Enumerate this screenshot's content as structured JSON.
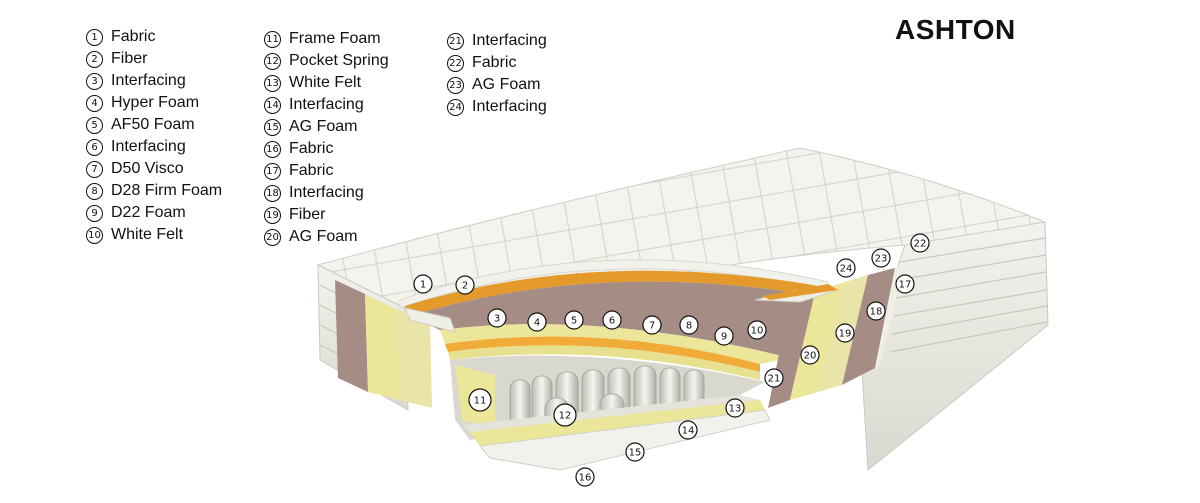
{
  "title": "ASHTON",
  "legend": {
    "col1": [
      {
        "num": "1",
        "label": "Fabric"
      },
      {
        "num": "2",
        "label": "Fiber"
      },
      {
        "num": "3",
        "label": "Interfacing"
      },
      {
        "num": "4",
        "label": "Hyper Foam"
      },
      {
        "num": "5",
        "label": "AF50 Foam"
      },
      {
        "num": "6",
        "label": "Interfacing"
      },
      {
        "num": "7",
        "label": "D50 Visco"
      },
      {
        "num": "8",
        "label": "D28 Firm Foam"
      },
      {
        "num": "9",
        "label": "D22 Foam"
      },
      {
        "num": "10",
        "label": "White Felt"
      }
    ],
    "col2": [
      {
        "num": "11",
        "label": "Frame Foam"
      },
      {
        "num": "12",
        "label": "Pocket Spring"
      },
      {
        "num": "13",
        "label": "White Felt"
      },
      {
        "num": "14",
        "label": "Interfacing"
      },
      {
        "num": "15",
        "label": "AG Foam"
      },
      {
        "num": "16",
        "label": "Fabric"
      },
      {
        "num": "17",
        "label": "Fabric"
      },
      {
        "num": "18",
        "label": "Interfacing"
      },
      {
        "num": "19",
        "label": "Fiber"
      },
      {
        "num": "20",
        "label": "AG Foam"
      }
    ],
    "col3": [
      {
        "num": "21",
        "label": "Interfacing"
      },
      {
        "num": "22",
        "label": "Fabric"
      },
      {
        "num": "23",
        "label": "AG Foam"
      },
      {
        "num": "24",
        "label": "Interfacing"
      }
    ]
  },
  "callouts": [
    "1",
    "2",
    "3",
    "4",
    "5",
    "6",
    "7",
    "8",
    "9",
    "10",
    "11",
    "12",
    "13",
    "14",
    "15",
    "16",
    "17",
    "18",
    "19",
    "20",
    "21",
    "22",
    "23",
    "24"
  ],
  "colors": {
    "fabric": "#f2f2ec",
    "fiber": "#e39a2a",
    "interfacing": "#a58d86",
    "foam_yellow": "#ece69a",
    "felt": "#e4e4da"
  }
}
